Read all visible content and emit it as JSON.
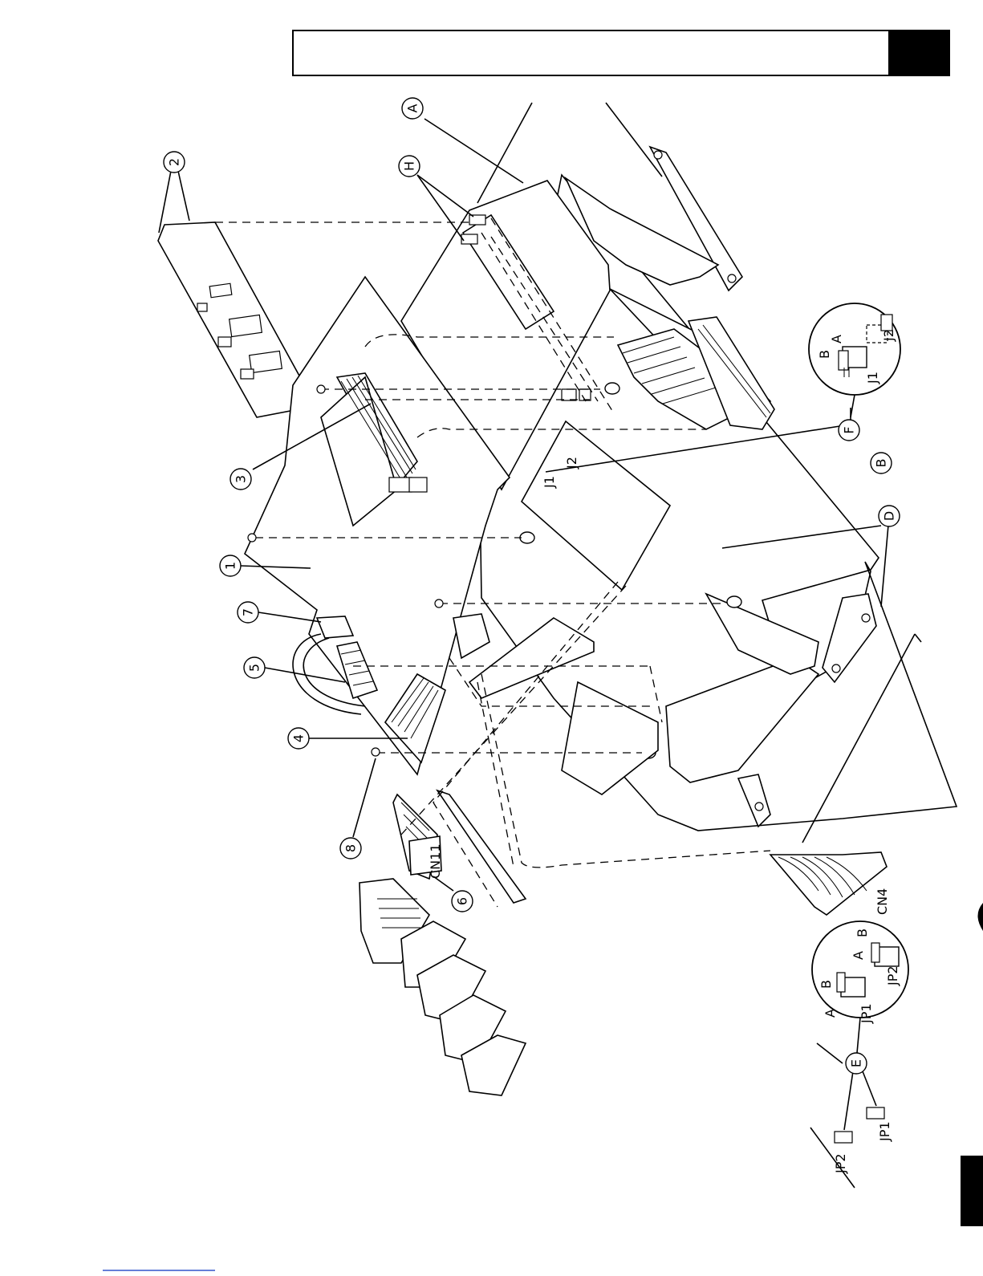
{
  "header": {
    "title": "",
    "section_tab": ""
  },
  "callouts": {
    "c1": "1",
    "c2": "2",
    "c3": "3",
    "c4": "4",
    "c5": "5",
    "c6": "6",
    "c7": "7",
    "c8": "8",
    "cA": "A",
    "cB": "B",
    "cD": "D",
    "cE": "E",
    "cF": "F",
    "cH": "H"
  },
  "connector_labels": {
    "j1": "J1",
    "j2": "J2",
    "cn11": "CN11",
    "cn4": "CN4",
    "jp1": "JP1",
    "jp2": "JP2"
  },
  "detail_F": {
    "b": "B",
    "a": "A",
    "j1": "J1",
    "j2": "J2"
  },
  "detail_E": {
    "a1": "A",
    "b1": "B",
    "a2": "A",
    "b2": "B",
    "jp1": "JP1",
    "jp2": "JP2"
  }
}
